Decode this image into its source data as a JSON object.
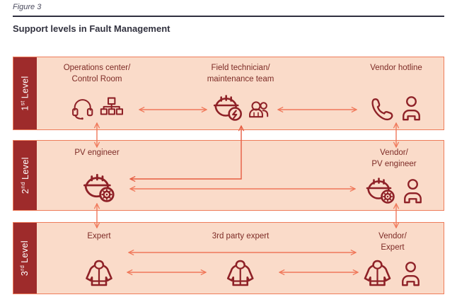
{
  "figure": {
    "label": "Figure 3",
    "title": "Support levels in Fault Management"
  },
  "colors": {
    "band_background": "#fadbc9",
    "band_border": "#ee7c5a",
    "level_tag_background": "#9e2b2b",
    "level_tag_text": "#ffffff",
    "icon_color": "#8e2127",
    "node_label_color": "#7d2b26",
    "arrow_color": "#f0785a",
    "arrow_dark_color": "#e65c41",
    "heading_color": "#32323f",
    "rule_color": "#2f2f3f"
  },
  "levels": [
    {
      "num": "1",
      "ordinal": "st",
      "word": "Level"
    },
    {
      "num": "2",
      "ordinal": "nd",
      "word": "Level"
    },
    {
      "num": "3",
      "ordinal": "rd",
      "word": "Level"
    }
  ],
  "nodes": {
    "ops": {
      "line1": "Operations center/",
      "line2": "Control Room",
      "icons": [
        "headset-icon",
        "sitemap-icon"
      ]
    },
    "field": {
      "line1": "Field technician/",
      "line2": "maintenance team",
      "icons": [
        "hardhat-bolt-icon",
        "team-icon"
      ]
    },
    "hotline": {
      "line1": "Vendor hotline",
      "line2": "",
      "icons": [
        "phone-icon",
        "person-icon"
      ]
    },
    "pv": {
      "line1": "PV engineer",
      "line2": "",
      "icons": [
        "hardhat-gear-icon"
      ]
    },
    "vendorpv": {
      "line1": "Vendor/",
      "line2": "PV engineer",
      "icons": [
        "hardhat-gear-icon",
        "person-icon"
      ]
    },
    "expert": {
      "line1": "Expert",
      "line2": "",
      "icons": [
        "hoodie-icon"
      ]
    },
    "thirdparty": {
      "line1": "3rd party expert",
      "line2": "",
      "icons": [
        "hoodie-icon"
      ]
    },
    "vendorexpert": {
      "line1": "Vendor/",
      "line2": "Expert",
      "icons": [
        "hoodie-icon",
        "person-icon"
      ]
    }
  },
  "connections": [
    {
      "from": "operations-center",
      "to": "field-technician",
      "bidirectional": true
    },
    {
      "from": "field-technician",
      "to": "vendor-hotline",
      "bidirectional": true
    },
    {
      "from": "operations-center",
      "to": "pv-engineer",
      "bidirectional": true
    },
    {
      "from": "vendor-hotline",
      "to": "vendor-pv-engineer",
      "bidirectional": true
    },
    {
      "from": "field-technician",
      "to": "pv-engineer",
      "bidirectional": true
    },
    {
      "from": "pv-engineer",
      "to": "vendor-pv-engineer",
      "bidirectional": true
    },
    {
      "from": "pv-engineer",
      "to": "expert",
      "bidirectional": true
    },
    {
      "from": "vendor-pv-engineer",
      "to": "vendor-expert",
      "bidirectional": true
    },
    {
      "from": "expert",
      "to": "vendor-expert",
      "bidirectional": true
    },
    {
      "from": "expert",
      "to": "3rd-party-expert",
      "bidirectional": true
    },
    {
      "from": "3rd-party-expert",
      "to": "vendor-expert",
      "bidirectional": true
    }
  ]
}
